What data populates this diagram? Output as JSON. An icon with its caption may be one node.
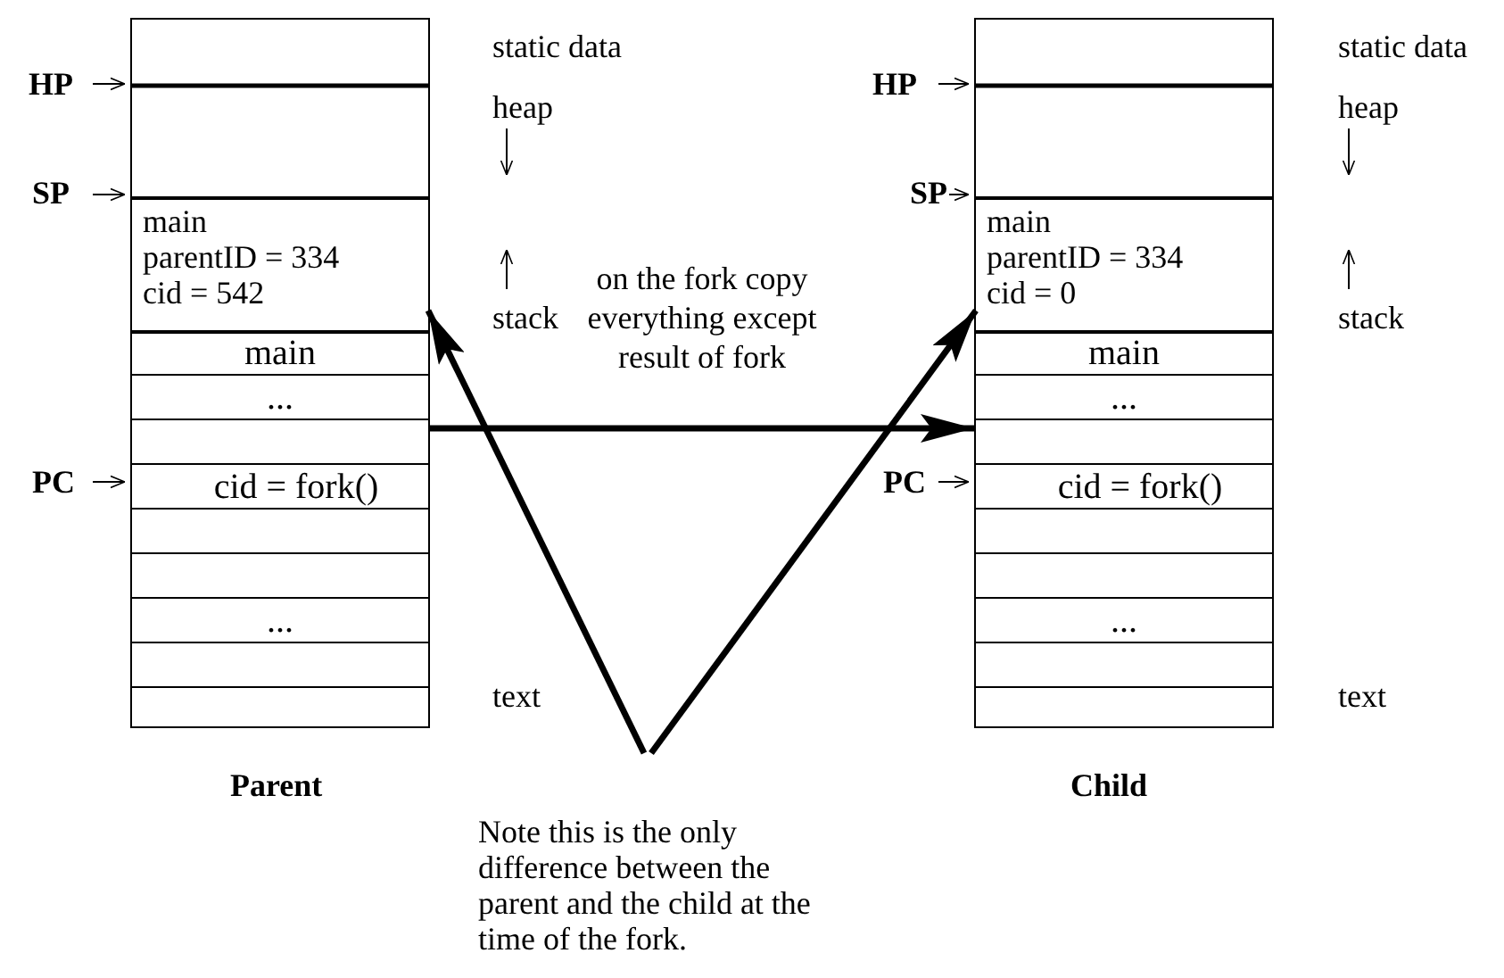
{
  "diagram": {
    "nodes": [
      {
        "text": [
          "Parent"
        ]
      },
      {
        "text": [
          "main",
          "parentID = 334",
          "cid = 542"
        ],
        "in": 0
      },
      {
        "text": [
          "main"
        ],
        "in": 0
      },
      {
        "text": [
          "..."
        ],
        "in": 0
      },
      {
        "text": [
          "cid = fork()"
        ],
        "in": 0
      },
      {
        "text": [
          "..."
        ],
        "in": 0
      },
      {
        "text": [
          "Child"
        ]
      },
      {
        "text": [
          "main",
          "parentID = 334",
          "cid = 0"
        ],
        "in": 6
      },
      {
        "text": [
          "main"
        ],
        "in": 6
      },
      {
        "text": [
          "..."
        ],
        "in": 6
      },
      {
        "text": [
          "cid = fork()"
        ],
        "in": 6
      },
      {
        "text": [
          "..."
        ],
        "in": 6
      },
      {
        "text": [
          "Note this is the only difference between the parent and the child at the time of the fork."
        ]
      }
    ],
    "edges": [
      {
        "from": 0,
        "to": 6,
        "arrow": "to",
        "label": "on the fork copy everything except result of fork"
      },
      {
        "from": 12,
        "to": 1,
        "arrow": "to"
      },
      {
        "from": 12,
        "to": 7,
        "arrow": "to"
      }
    ],
    "labels": [
      "HP",
      "SP",
      "PC",
      "static data",
      "heap",
      "stack",
      "text",
      "HP",
      "SP",
      "PC",
      "static data",
      "heap",
      "stack",
      "text"
    ]
  }
}
